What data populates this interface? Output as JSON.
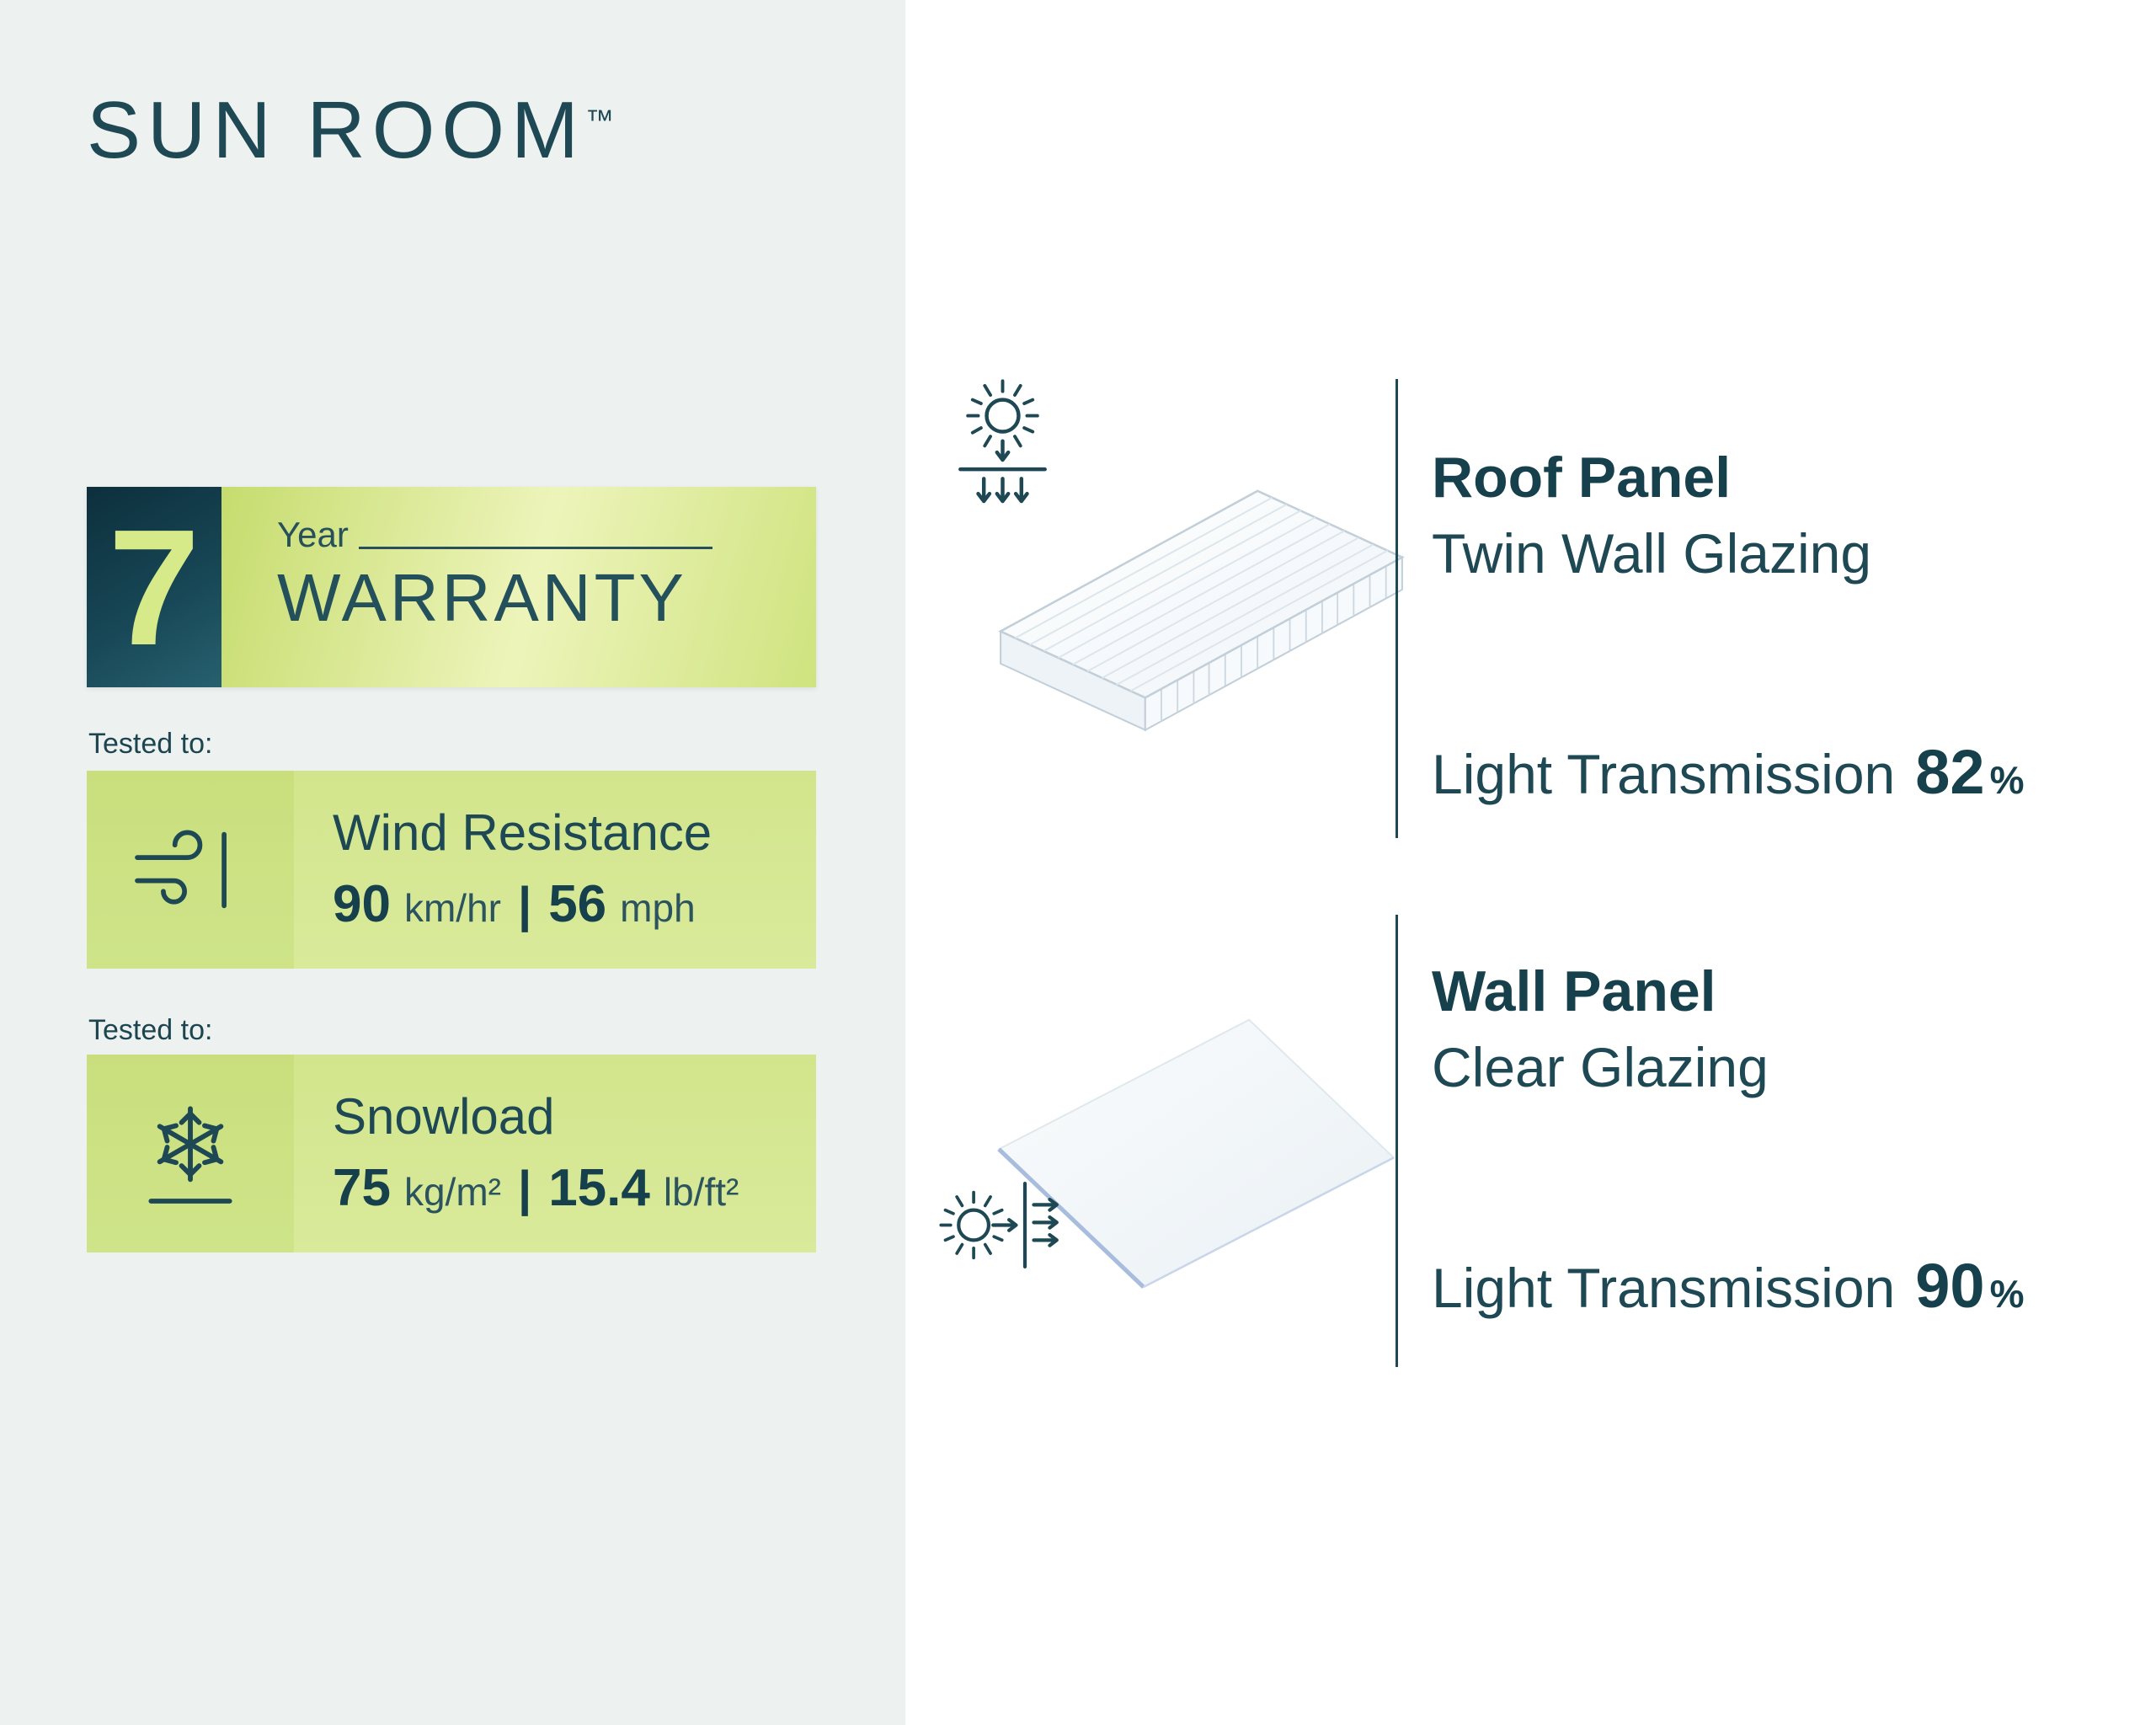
{
  "brand": {
    "title": "SUN ROOM",
    "tm": "™"
  },
  "warranty": {
    "number": "7",
    "year_label": "Year",
    "label": "WARRANTY"
  },
  "tested": {
    "label1": "Tested to:",
    "label2": "Tested to:"
  },
  "wind": {
    "title": "Wind Resistance",
    "v1": "90",
    "u1": "km/hr",
    "sep": "|",
    "v2": "56",
    "u2": "mph"
  },
  "snow": {
    "title": "Snowload",
    "v1": "75",
    "u1": "kg/m²",
    "sep": "|",
    "v2": "15.4",
    "u2": "lb/ft²"
  },
  "roof": {
    "title": "Roof Panel",
    "subtitle": "Twin Wall Glazing",
    "lt_label": "Light Transmission",
    "lt_value": "82",
    "pct": "%"
  },
  "wall": {
    "title": "Wall Panel",
    "subtitle": "Clear Glazing",
    "lt_label": "Light Transmission",
    "lt_value": "90",
    "pct": "%"
  },
  "icons": {
    "wind": "wind-icon",
    "snow": "snowflake-icon",
    "sun_roof": "sun-rays-down-arrows-icon",
    "sun_wall": "sun-rays-through-wall-icon"
  },
  "colors": {
    "teal_text": "#1e4853",
    "dark_badge": "#123a46",
    "light_green": "#d2e58c",
    "accent_green": "#d6ea89",
    "glazing_blue_edge": "#a8bcdd",
    "left_panel_bg": "#edf1f0"
  }
}
